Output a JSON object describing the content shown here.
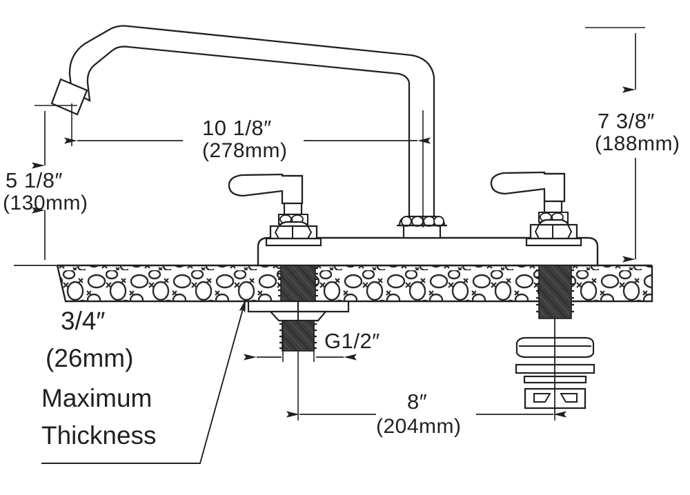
{
  "drawing": {
    "title": "Deck Mount Faucet Dimensional Drawing",
    "line_color": "#231f20",
    "fill_color": "#ffffff",
    "hatch_color": "#3a3a3a",
    "background": "#ffffff"
  },
  "dimensions": {
    "spout_reach": {
      "name": "spout-reach",
      "inches": "10  1/8″",
      "metric": "(278mm)"
    },
    "spout_height": {
      "name": "spout-height",
      "inches": "7  3/8″",
      "metric": "(188mm)"
    },
    "aerator_height": {
      "name": "aerator-height",
      "inches": "5  1/8″",
      "metric": "(130mm)"
    },
    "center_spacing": {
      "name": "center-spacing",
      "inches": "8″",
      "metric": "(204mm)"
    },
    "inlet_thread": {
      "name": "inlet-thread",
      "label": "G1/2″"
    },
    "deck_thickness": {
      "name": "deck-thickness",
      "inches": "3/4″",
      "metric": "(26mm)",
      "note_line1": "Maximum",
      "note_line2": "Thickness"
    }
  }
}
